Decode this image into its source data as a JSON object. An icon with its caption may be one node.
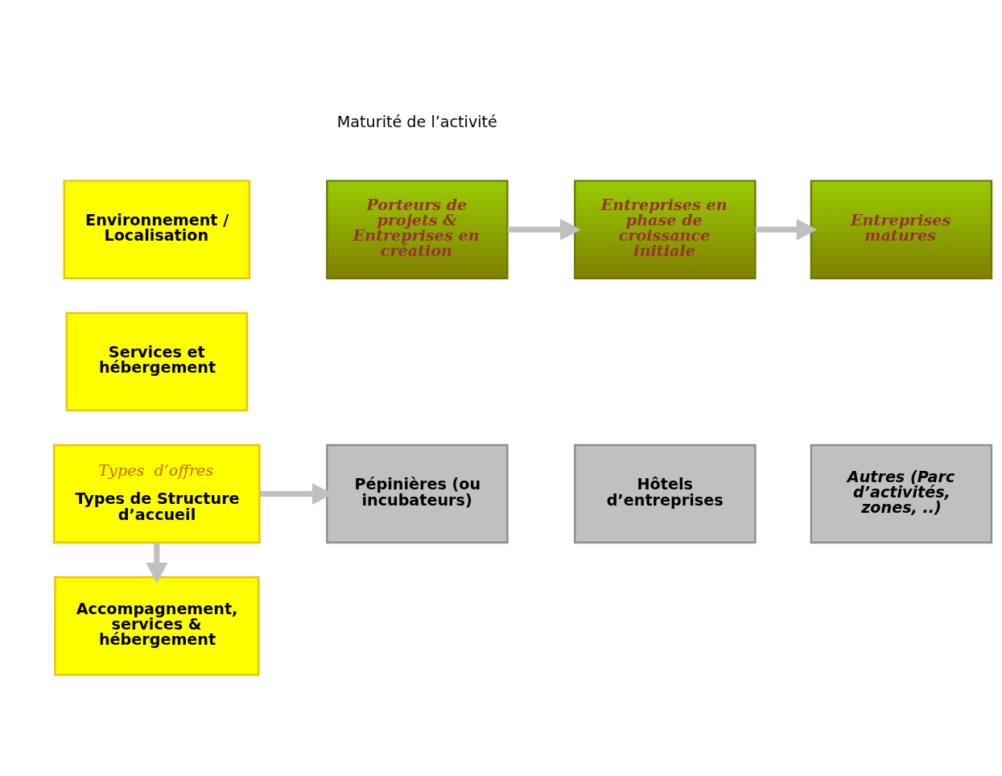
{
  "diagram": {
    "nodes": [
      {
        "text": [
          "Environnement / Localisation"
        ]
      },
      {
        "text": [
          "Services et hébergement"
        ]
      },
      {
        "text": [
          "Accompagnement, services & hébergement"
        ]
      },
      {
        "text": [
          "Types  d’offres",
          "Types de Structure d’accueil"
        ]
      },
      {
        "text": [
          "Porteurs de projets & Entreprises en création"
        ]
      },
      {
        "text": [
          "Entreprises en phase de croissance initiale"
        ]
      },
      {
        "text": [
          "Entreprises matures"
        ]
      },
      {
        "text": [
          "Pépinières (ou incubateurs)"
        ]
      },
      {
        "text": [
          "Hôtels d’entreprises"
        ]
      },
      {
        "text": [
          "Autres (Parc d’activités, zones, ..)"
        ]
      }
    ],
    "edges": [
      {
        "from": 3,
        "to": 2,
        "arrow": "to"
      },
      {
        "from": 3,
        "to": 7,
        "arrow": "to"
      },
      {
        "from": 4,
        "to": 5,
        "arrow": "to"
      },
      {
        "from": 5,
        "to": 6,
        "arrow": "to"
      }
    ],
    "labels": [
      "Maturité de l’activité"
    ]
  }
}
